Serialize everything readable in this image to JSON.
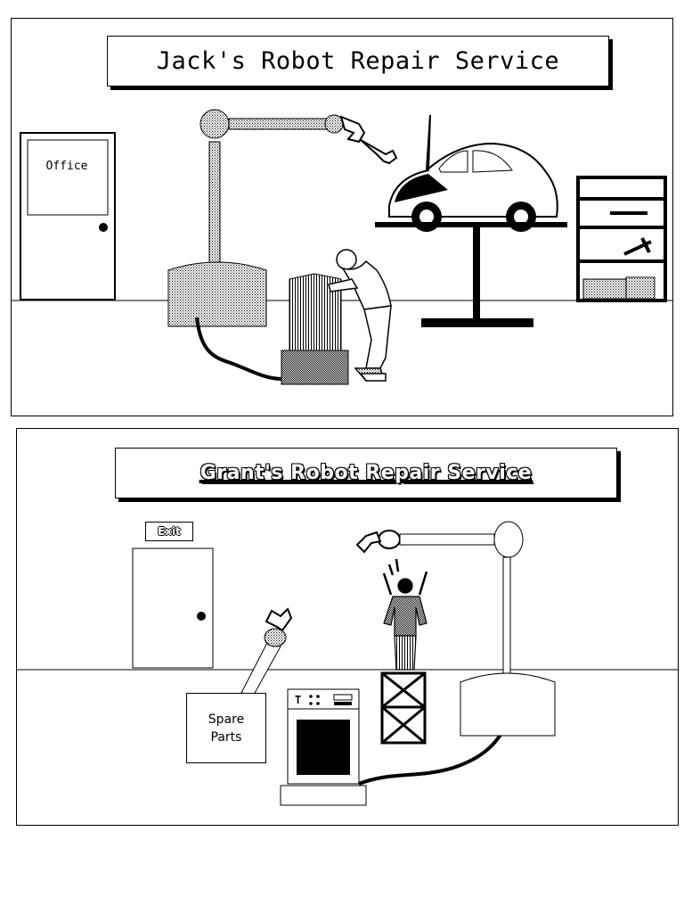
{
  "top_scene": {
    "title": "Jack's Robot Repair Service",
    "office_door_label": "Office"
  },
  "bottom_scene": {
    "title": "Grant's Robot Repair Service",
    "exit_sign": "Exit",
    "spare_parts_label": "Spare\nParts"
  }
}
